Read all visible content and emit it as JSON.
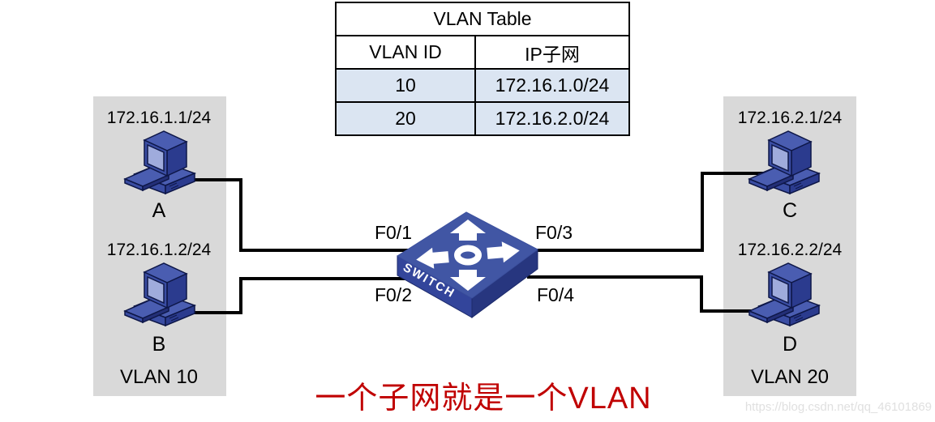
{
  "table": {
    "title": "VLAN Table",
    "columns": [
      "VLAN ID",
      "IP子网"
    ],
    "rows": [
      [
        "10",
        "172.16.1.0/24"
      ],
      [
        "20",
        "172.16.2.0/24"
      ]
    ]
  },
  "left_group": {
    "vlan": "VLAN 10",
    "hosts": [
      {
        "ip": "172.16.1.1/24",
        "name": "A"
      },
      {
        "ip": "172.16.1.2/24",
        "name": "B"
      }
    ]
  },
  "right_group": {
    "vlan": "VLAN 20",
    "hosts": [
      {
        "ip": "172.16.2.1/24",
        "name": "C"
      },
      {
        "ip": "172.16.2.2/24",
        "name": "D"
      }
    ]
  },
  "switch": {
    "label": "SWITCH",
    "ports": [
      "F0/1",
      "F0/2",
      "F0/3",
      "F0/4"
    ]
  },
  "caption": "一个子网就是一个VLAN",
  "watermark": "https://blog.csdn.net/qq_46101869",
  "icons": {
    "pc": "pc-icon",
    "switch": "switch-icon"
  },
  "colors": {
    "caption_red": "#c00000",
    "panel_gray": "#d9d9d9",
    "table_row_blue": "#dbe5f2",
    "device_blue": "#3a4da3",
    "device_blue_dark": "#2b3b8e",
    "device_blue_light": "#9fabdc",
    "wire": "#000000"
  }
}
